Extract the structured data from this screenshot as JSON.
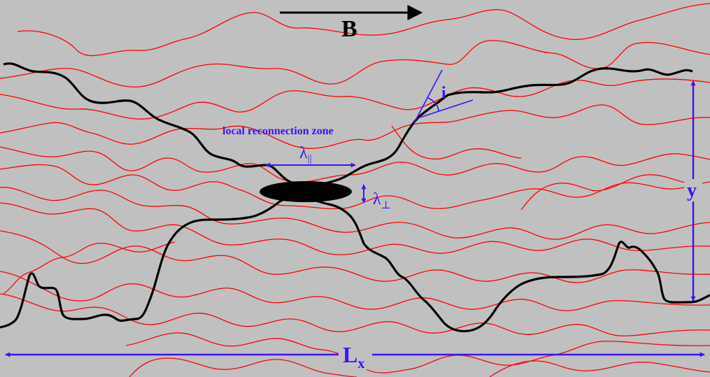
{
  "diagram": {
    "field_label": "B",
    "zone_label": "local reconnection zone",
    "lambda_parallel": {
      "sym": "λ",
      "sub": "||"
    },
    "lambda_perp": {
      "sym": "λ",
      "sub": "⊥"
    },
    "angle_label": "i",
    "y_label": "y",
    "length_label": {
      "sym": "L",
      "sub": "x"
    }
  },
  "colors": {
    "background": "#c0c0c0",
    "field_lines": "#ff0000",
    "reconnected_lines": "#000000",
    "annotations": "#3b14ee"
  }
}
